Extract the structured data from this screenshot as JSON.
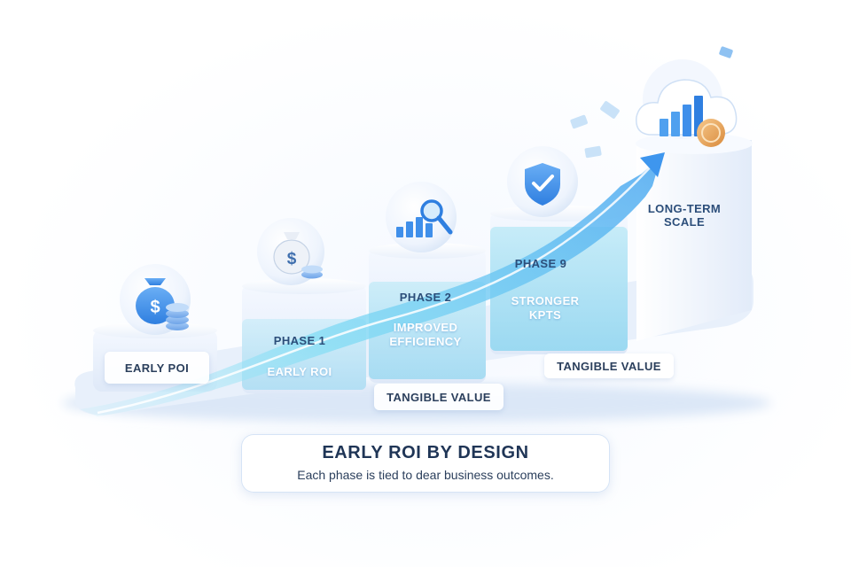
{
  "colors": {
    "accent": "#3f8fea",
    "ribbon": "#6fd3f0",
    "text_dark": "#1f3556",
    "coin": "#e9a45a"
  },
  "steps": [
    {
      "label": "EARLY POI"
    },
    {
      "phase": "PHASE 1",
      "desc": "EARLY ROI"
    },
    {
      "phase": "PHASE 2",
      "desc_line1": "IMPROVED",
      "desc_line2": "EFFICIENCY"
    },
    {
      "phase": "PHASE 9",
      "desc_line1": "STRONGER",
      "desc_line2": "KPTS"
    },
    {
      "label_line1": "LONG-TERM",
      "label_line2": "SCALE"
    }
  ],
  "value_tags": [
    "TANGIBLE VALUE",
    "TANGIBLE VALUE"
  ],
  "icons": [
    "money-bag-coins-icon",
    "money-bag-icon",
    "bar-chart-magnifier-icon",
    "shield-check-icon",
    "cloud-chart-coin-icon"
  ],
  "caption": {
    "title": "EARLY ROI BY DESIGN",
    "subtitle": "Each phase is tied to dear business outcomes."
  }
}
